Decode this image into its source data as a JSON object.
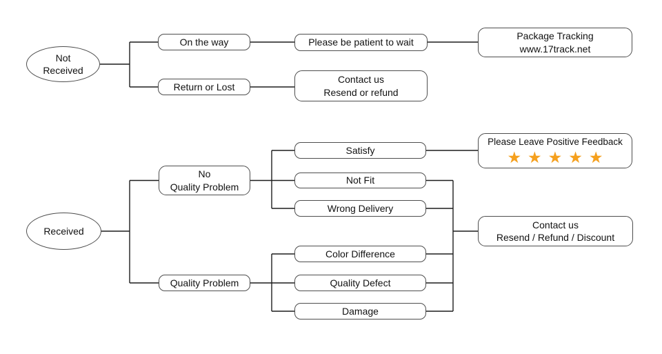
{
  "palette": {
    "background": "#ffffff",
    "connector_line": "#1c1c1c",
    "box_border": "#4d4d4d",
    "box_fill": "#ffffff",
    "text": "#111111",
    "star": "#F5A01E"
  },
  "flowchart": {
    "nodes": {
      "not_received": {
        "line1": "Not",
        "line2": "Received"
      },
      "on_the_way": {
        "label": "On the way"
      },
      "return_or_lost": {
        "label": "Return or Lost"
      },
      "please_be_patient": {
        "label": "Please be patient to wait"
      },
      "package_tracking": {
        "line1": "Package Tracking",
        "line2": "www.17track.net"
      },
      "contact_resend_refund": {
        "line1": "Contact us",
        "line2": "Resend or refund"
      },
      "received": {
        "label": "Received"
      },
      "no_quality_problem": {
        "line1": "No",
        "line2": "Quality Problem"
      },
      "quality_problem": {
        "label": "Quality Problem"
      },
      "satisfy": {
        "label": "Satisfy"
      },
      "not_fit": {
        "label": "Not Fit"
      },
      "wrong_delivery": {
        "label": "Wrong Delivery"
      },
      "color_difference": {
        "label": "Color Difference"
      },
      "quality_defect": {
        "label": "Quality Defect"
      },
      "damage": {
        "label": "Damage"
      },
      "positive_feedback": {
        "label": "Please Leave Positive Feedback",
        "star_count": 5,
        "star_glyph": "★"
      },
      "contact_discount": {
        "line1": "Contact us",
        "line2": "Resend / Refund / Discount"
      }
    }
  }
}
